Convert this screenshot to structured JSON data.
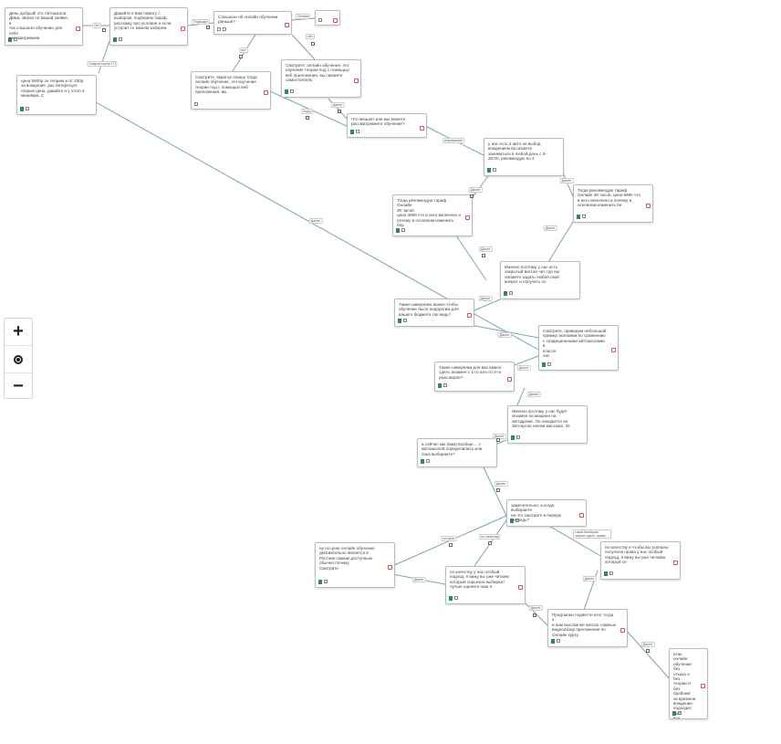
{
  "colors": {
    "edge": "#7aa6b2",
    "handle": "#e05050",
    "icon": "#2e8b57"
  },
  "zoom": {
    "in_label": "+",
    "out_label": "−",
    "fit_icon": "target-icon"
  },
  "nodes": [
    {
      "id": "n1",
      "text": "День добрый! это Автошкола\nДима, звоню по вашей заявке, в\nтак слышали обучение для себя\nрассматриваем."
    },
    {
      "id": "n2",
      "text": "Давайте я вам помогу с\nвыбором, подберем тариф,\nрасскажу про условия и если\nустроит то можем заберем"
    },
    {
      "id": "n3",
      "text": "Слышали об онлайн обучении\nраньше?"
    },
    {
      "id": "n4",
      "text": ""
    },
    {
      "id": "n5",
      "text": "цена 5900р за теорию и от 250р\nза вождение, рас интересует\nоткрыв цена, давайте я у этого в\nминимум. С"
    },
    {
      "id": "n6",
      "text": "Смотрите, вкратце опишу тогда:\nонлайн обучение, это изучение\nтеории под с помощью веб\nприложения. вы."
    },
    {
      "id": "n7",
      "text": "Смотрите, онлайн обучение, это\nизучение теории под с помощью\nвеб приложения, вы сможете\nсамостоятель"
    },
    {
      "id": "n8",
      "text": "Что мешает или мы можете\nрассматриваете обучение?"
    },
    {
      "id": "n9",
      "text": "у нас есть 2 авто на выбор,\nвождением вы можете\nзаниматься в любой день с 8-\n20:00, рекомендую по 2"
    },
    {
      "id": "n10",
      "text": "Тогда рекомендую тариф Онлайн\n30 часов\nцена 3990 что в него включено и\nпочему в основном изменить бер"
    },
    {
      "id": "n11",
      "text": "Тогда рекомендую тариф\nОнлайн 36 часов, цена 5990 что\nв него включено и почему в\nосновном изменить бе"
    },
    {
      "id": "n12",
      "text": "Именно поэтому у нас есть\nзакрытый ватсап чат, где вы\nсможете задать любой свой\nвопрос и получить хо"
    },
    {
      "id": "n13",
      "text": "Также наверняка важно чтобы\nобучение было недорогим для\nвашего бюджета так ведь?"
    },
    {
      "id": "n14",
      "text": "Смотрите, приведем небольшой\nпример экономии по сравнению\nс традиционными автошколами в\nклассе.\nчас"
    },
    {
      "id": "n15",
      "text": "Также наверняка для вас важно\nсдать экзамен с 1-го или со 2-го\nраза верно?"
    },
    {
      "id": "n16",
      "text": "Именно поэтому у нас будет\nэкзамен на машине на\nавтодроме. Он находится на\nЗеглаусна напом массаже, 34"
    },
    {
      "id": "n17",
      "text": "а сейчас как (вам) вообще ... с\nавтошколой определились или\nпока выбираете?"
    },
    {
      "id": "n18",
      "text": "замечательно, а когда выбираете\nна что смотрите в первую\nочередь?"
    },
    {
      "id": "n19",
      "text": "ну по цене онлайн обучение\nдейтвительно является в\nРостове самым доступным\nобычно почему\nСмотрите"
    },
    {
      "id": "n20",
      "text": "по качеству у нас особый\nподход, я вижу вы уже читаем\nкоторый серьезно выбирает\nлучше оцените наш п"
    },
    {
      "id": "n21",
      "text": "по качеству и чтобы вы успешно\nполучили права у нас особый\nподход, я вижу вы уже человек\nкоторый се"
    },
    {
      "id": "n22",
      "text": "Предлагаю подвести итог тогда к\nи вам выслав же ватсап главных\nвидеообзор приложения по\nОнлайн курсу"
    },
    {
      "id": "n23",
      "text": "итак, онлайн\nобучение без\nотказа и без\nтеории и\nбез проблем\nза времени\nвождения\nподходит,\nда?\nвсе"
    }
  ],
  "edge_labels": [
    {
      "id": "l1",
      "text": "Нет"
    },
    {
      "id": "l2",
      "text": "Подходит"
    },
    {
      "id": "l3",
      "text": "Озвучил цены? П"
    },
    {
      "id": "l4",
      "text": "Оплата"
    },
    {
      "id": "l5",
      "text": "нет"
    },
    {
      "id": "l6",
      "text": "Нет"
    },
    {
      "id": "l7",
      "text": "подгр"
    },
    {
      "id": "l8",
      "text": "Далее"
    },
    {
      "id": "l9",
      "text": "возражение"
    },
    {
      "id": "l10",
      "text": "Далее"
    },
    {
      "id": "l11",
      "text": "Далее"
    },
    {
      "id": "l12",
      "text": "Далее"
    },
    {
      "id": "l13",
      "text": "Далее"
    },
    {
      "id": "l14",
      "text": "Далее"
    },
    {
      "id": "l15",
      "text": "Далее"
    },
    {
      "id": "l16",
      "text": "Далее"
    },
    {
      "id": "l17",
      "text": "Далее"
    },
    {
      "id": "l18",
      "text": "Далее"
    },
    {
      "id": "l19",
      "text": "Далее"
    },
    {
      "id": "l20",
      "text": "Далее"
    },
    {
      "id": "l21",
      "text": "по цене"
    },
    {
      "id": "l22",
      "text": "по качеству"
    },
    {
      "id": "l23",
      "text": "такой Выбираю скорее сдать, права"
    },
    {
      "id": "l24",
      "text": "Далее"
    },
    {
      "id": "l25",
      "text": "Далее"
    },
    {
      "id": "l26",
      "text": "Далее"
    },
    {
      "id": "l27",
      "text": "Далее"
    }
  ]
}
